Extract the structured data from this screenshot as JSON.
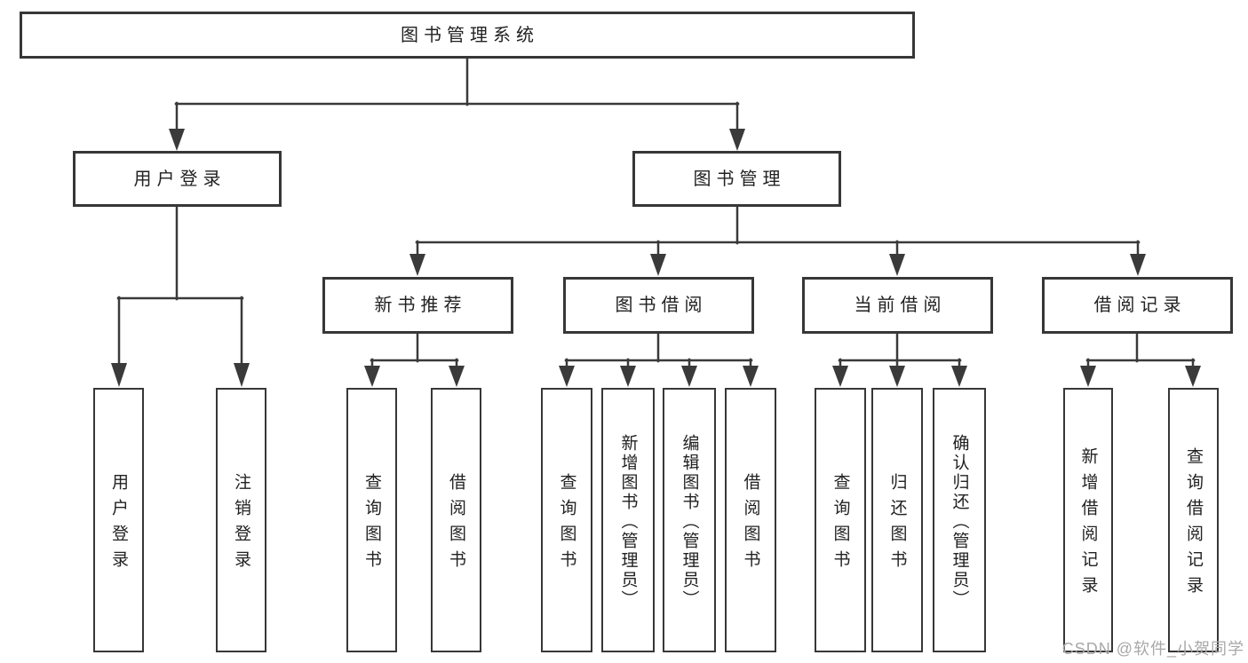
{
  "diagram": {
    "root": {
      "label": "图书管理系统"
    },
    "level2": [
      {
        "label": "用户登录"
      },
      {
        "label": "图书管理"
      }
    ],
    "level3": [
      {
        "label": "新书推荐"
      },
      {
        "label": "图书借阅"
      },
      {
        "label": "当前借阅"
      },
      {
        "label": "借阅记录"
      }
    ],
    "leaves": [
      {
        "label": "用户登录"
      },
      {
        "label": "注销登录"
      },
      {
        "label": "查询图书"
      },
      {
        "label": "借阅图书"
      },
      {
        "label": "查询图书"
      },
      {
        "label": "新增图书（管理员）"
      },
      {
        "label": "编辑图书（管理员）"
      },
      {
        "label": "借阅图书"
      },
      {
        "label": "查询图书"
      },
      {
        "label": "归还图书"
      },
      {
        "label": "确认归还（管理员）"
      },
      {
        "label": "新增借阅记录"
      },
      {
        "label": "查询借阅记录"
      }
    ]
  },
  "watermark": {
    "text": "CSDN @软件_小贺同学"
  },
  "colors": {
    "line": "#3a3a3a",
    "border": "#373737",
    "text": "#222222",
    "watermark": "#a8a8a8",
    "background": "#ffffff"
  }
}
